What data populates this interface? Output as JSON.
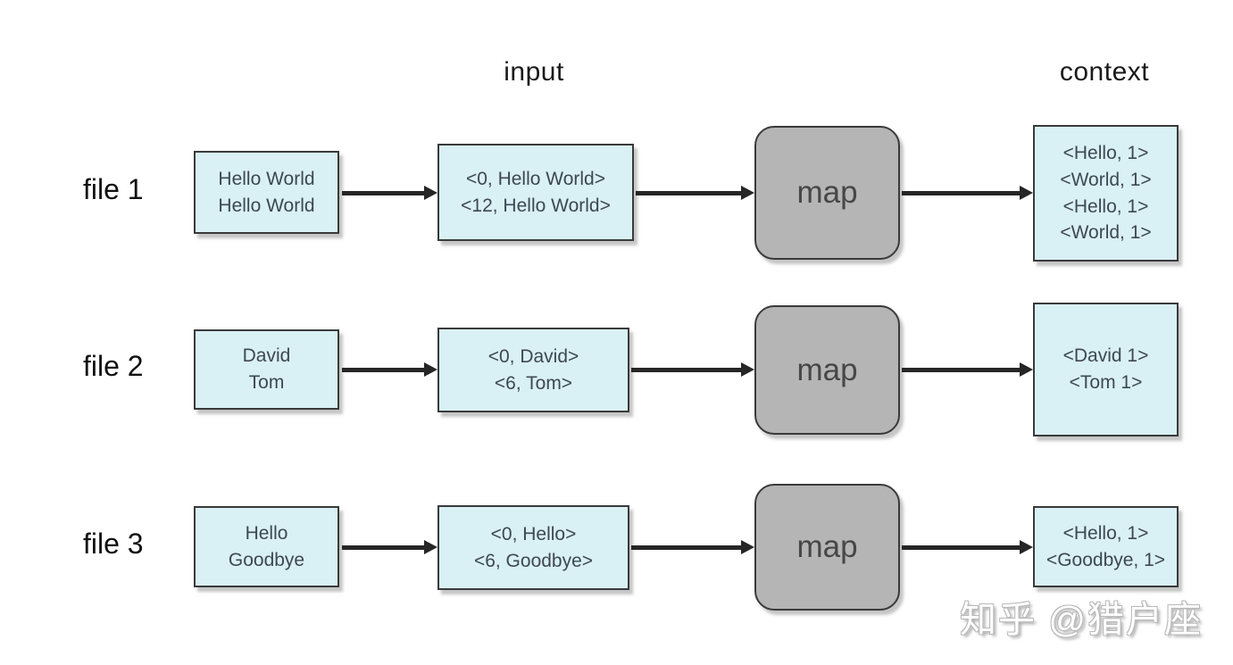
{
  "headers": {
    "input": "input",
    "context": "context"
  },
  "rows": [
    {
      "label": "file 1",
      "file_box": "Hello World\nHello World",
      "input_box": "<0, Hello World>\n<12, Hello World>",
      "map_label": "map",
      "context_box": "<Hello, 1>\n<World, 1>\n<Hello, 1>\n<World, 1>"
    },
    {
      "label": "file 2",
      "file_box": "David\nTom",
      "input_box": "<0, David>\n<6, Tom>",
      "map_label": "map",
      "context_box": "<David 1>\n<Tom 1>"
    },
    {
      "label": "file 3",
      "file_box": "Hello\nGoodbye",
      "input_box": "<0, Hello>\n<6, Goodbye>",
      "map_label": "map",
      "context_box": "<Hello, 1>\n<Goodbye, 1>"
    }
  ],
  "watermark": "知乎 @猎户座",
  "colors": {
    "box_fill": "#d9f0f5",
    "box_border": "#3a3a3a",
    "map_fill": "#b5b5b5",
    "map_text": "#474747",
    "arrow": "#262626",
    "box_text": "#3e4852"
  }
}
